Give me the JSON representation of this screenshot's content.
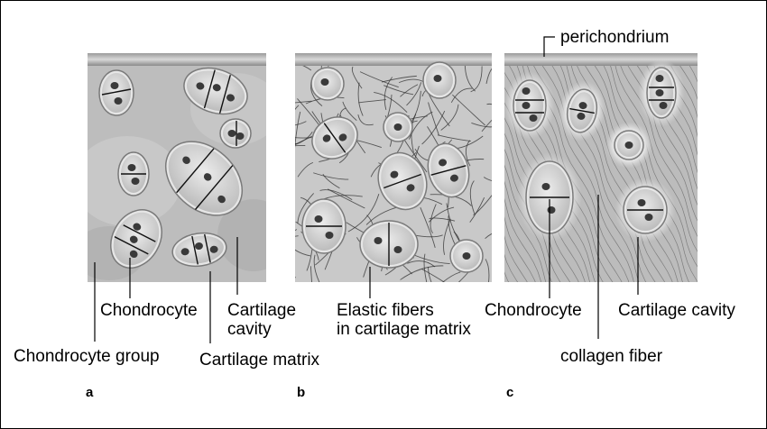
{
  "panels": [
    {
      "letter": "a",
      "labels": {
        "chondrocyte": "Chondrocyte",
        "chondrocyte_group": "Chondrocyte group",
        "cartilage_cavity_1": "Cartilage",
        "cartilage_cavity_2": "cavity",
        "cartilage_matrix": "Cartilage matrix"
      }
    },
    {
      "letter": "b",
      "labels": {
        "elastic_1": "Elastic fibers",
        "elastic_2": "in cartilage matrix"
      }
    },
    {
      "letter": "c",
      "labels": {
        "perichondrium": "perichondrium",
        "chondrocyte": "Chondrocyte",
        "cartilage_cavity": "Cartilage cavity",
        "collagen_fiber": "collagen fiber"
      }
    }
  ],
  "colors": {
    "matrix_a": "#bdbdbd",
    "matrix_b": "#c9c9c9",
    "matrix_c": "#bcbcbc",
    "cavity": "#e4e4e4",
    "nucleus": "#3a3a3a",
    "fiber": "#2e2e2e"
  }
}
